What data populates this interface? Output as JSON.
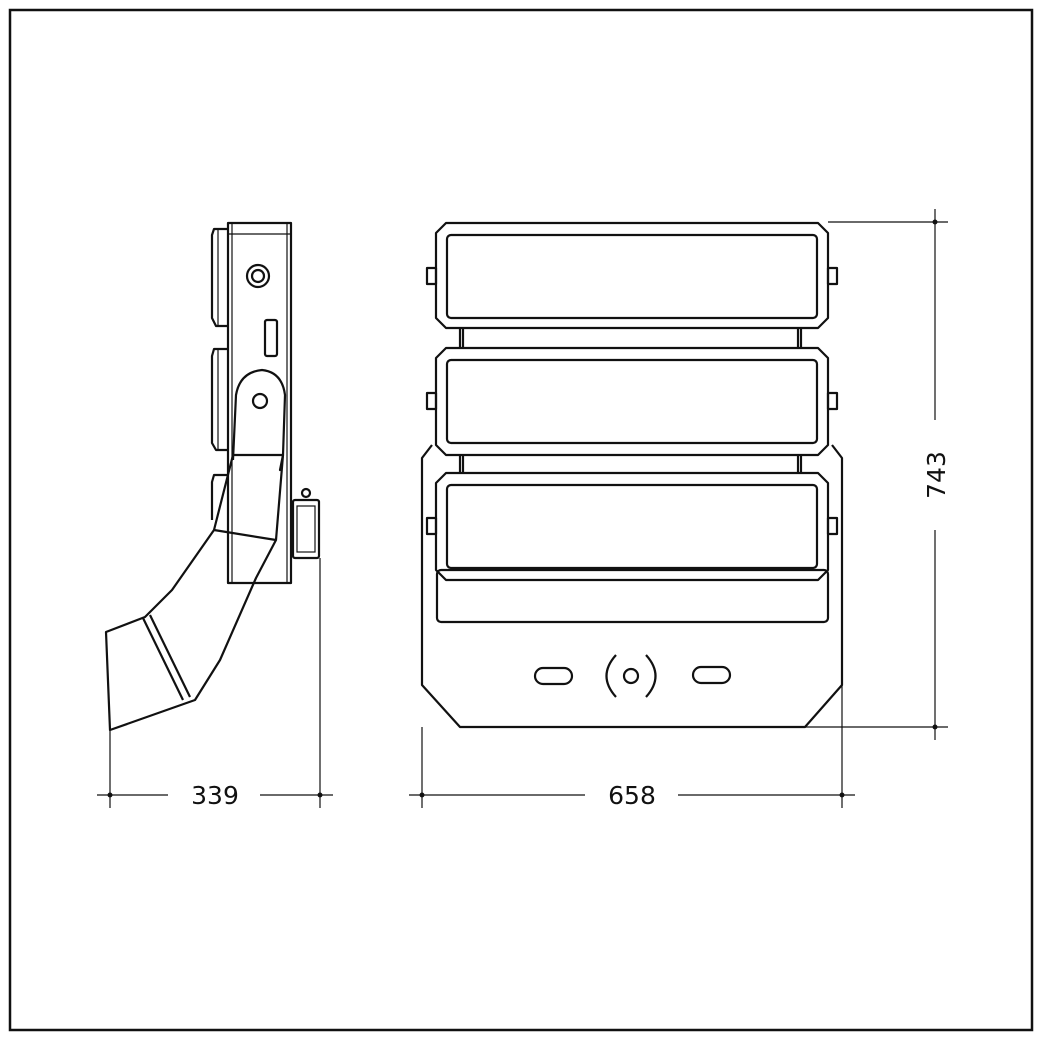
{
  "drawing": {
    "dimensions": {
      "depth": "339",
      "width": "658",
      "height": "743"
    }
  }
}
